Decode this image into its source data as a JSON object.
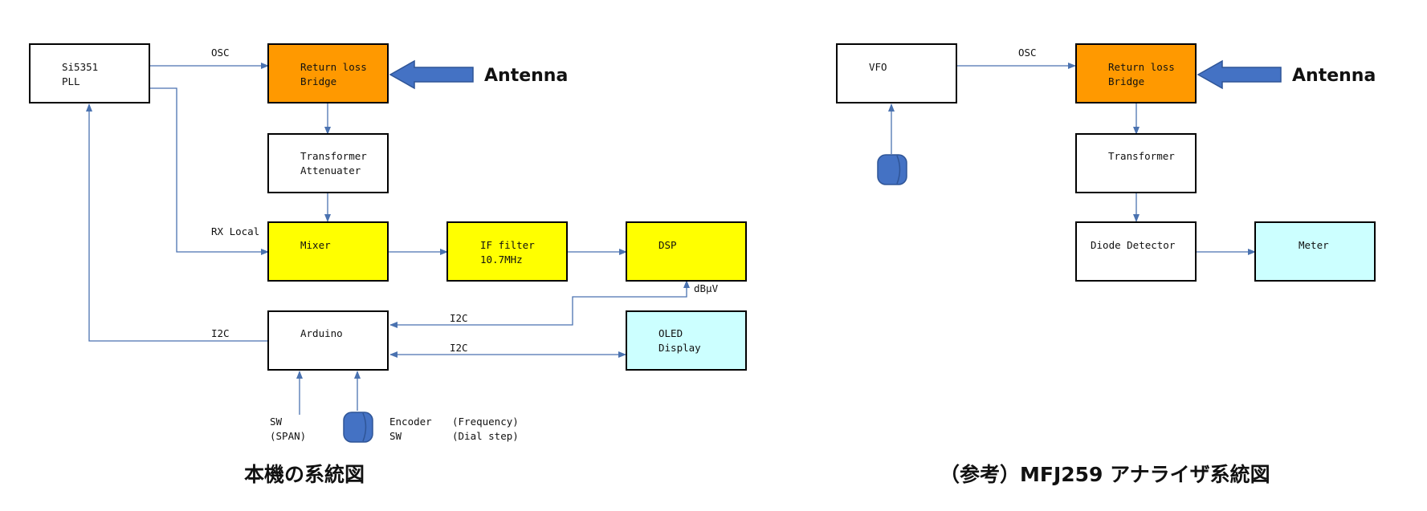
{
  "colors": {
    "orange": "#ff9900",
    "yellow": "#ffff00",
    "cyan": "#ccffff",
    "white": "#ffffff",
    "wire": "#4a72b0",
    "arrow_fill": "#4472c4"
  },
  "left": {
    "caption": "本機の系統図",
    "blocks": {
      "si5351": [
        "Si5351",
        "PLL"
      ],
      "bridge": [
        "Return loss",
        "Bridge"
      ],
      "transformer": [
        "Transformer",
        "Attenuater"
      ],
      "mixer": [
        "Mixer"
      ],
      "if_filter": [
        "IF filter",
        "10.7MHz"
      ],
      "dsp": [
        "DSP"
      ],
      "arduino": [
        "Arduino"
      ],
      "oled": [
        "OLED",
        "Display"
      ]
    },
    "antenna": "Antenna",
    "labels": {
      "osc": "OSC",
      "rx_local": "RX Local",
      "i2c_pll": "I2C",
      "i2c_dsp": "I2C",
      "i2c_oled": "I2C",
      "dbuv": "dBμV",
      "sw": "SW",
      "span": "(SPAN)",
      "encoder": "Encoder",
      "frequency": "(Frequency)",
      "sw2": "SW",
      "dial_step": "(Dial step)"
    }
  },
  "right": {
    "caption": "（参考）MFJ259 アナライザ系統図",
    "blocks": {
      "vfo": [
        "VFO"
      ],
      "bridge": [
        "Return loss",
        "Bridge"
      ],
      "transformer": [
        "Transformer"
      ],
      "diode": [
        "Diode Detector"
      ],
      "meter": [
        "Meter"
      ]
    },
    "antenna": "Antenna",
    "labels": {
      "osc": "OSC"
    }
  }
}
